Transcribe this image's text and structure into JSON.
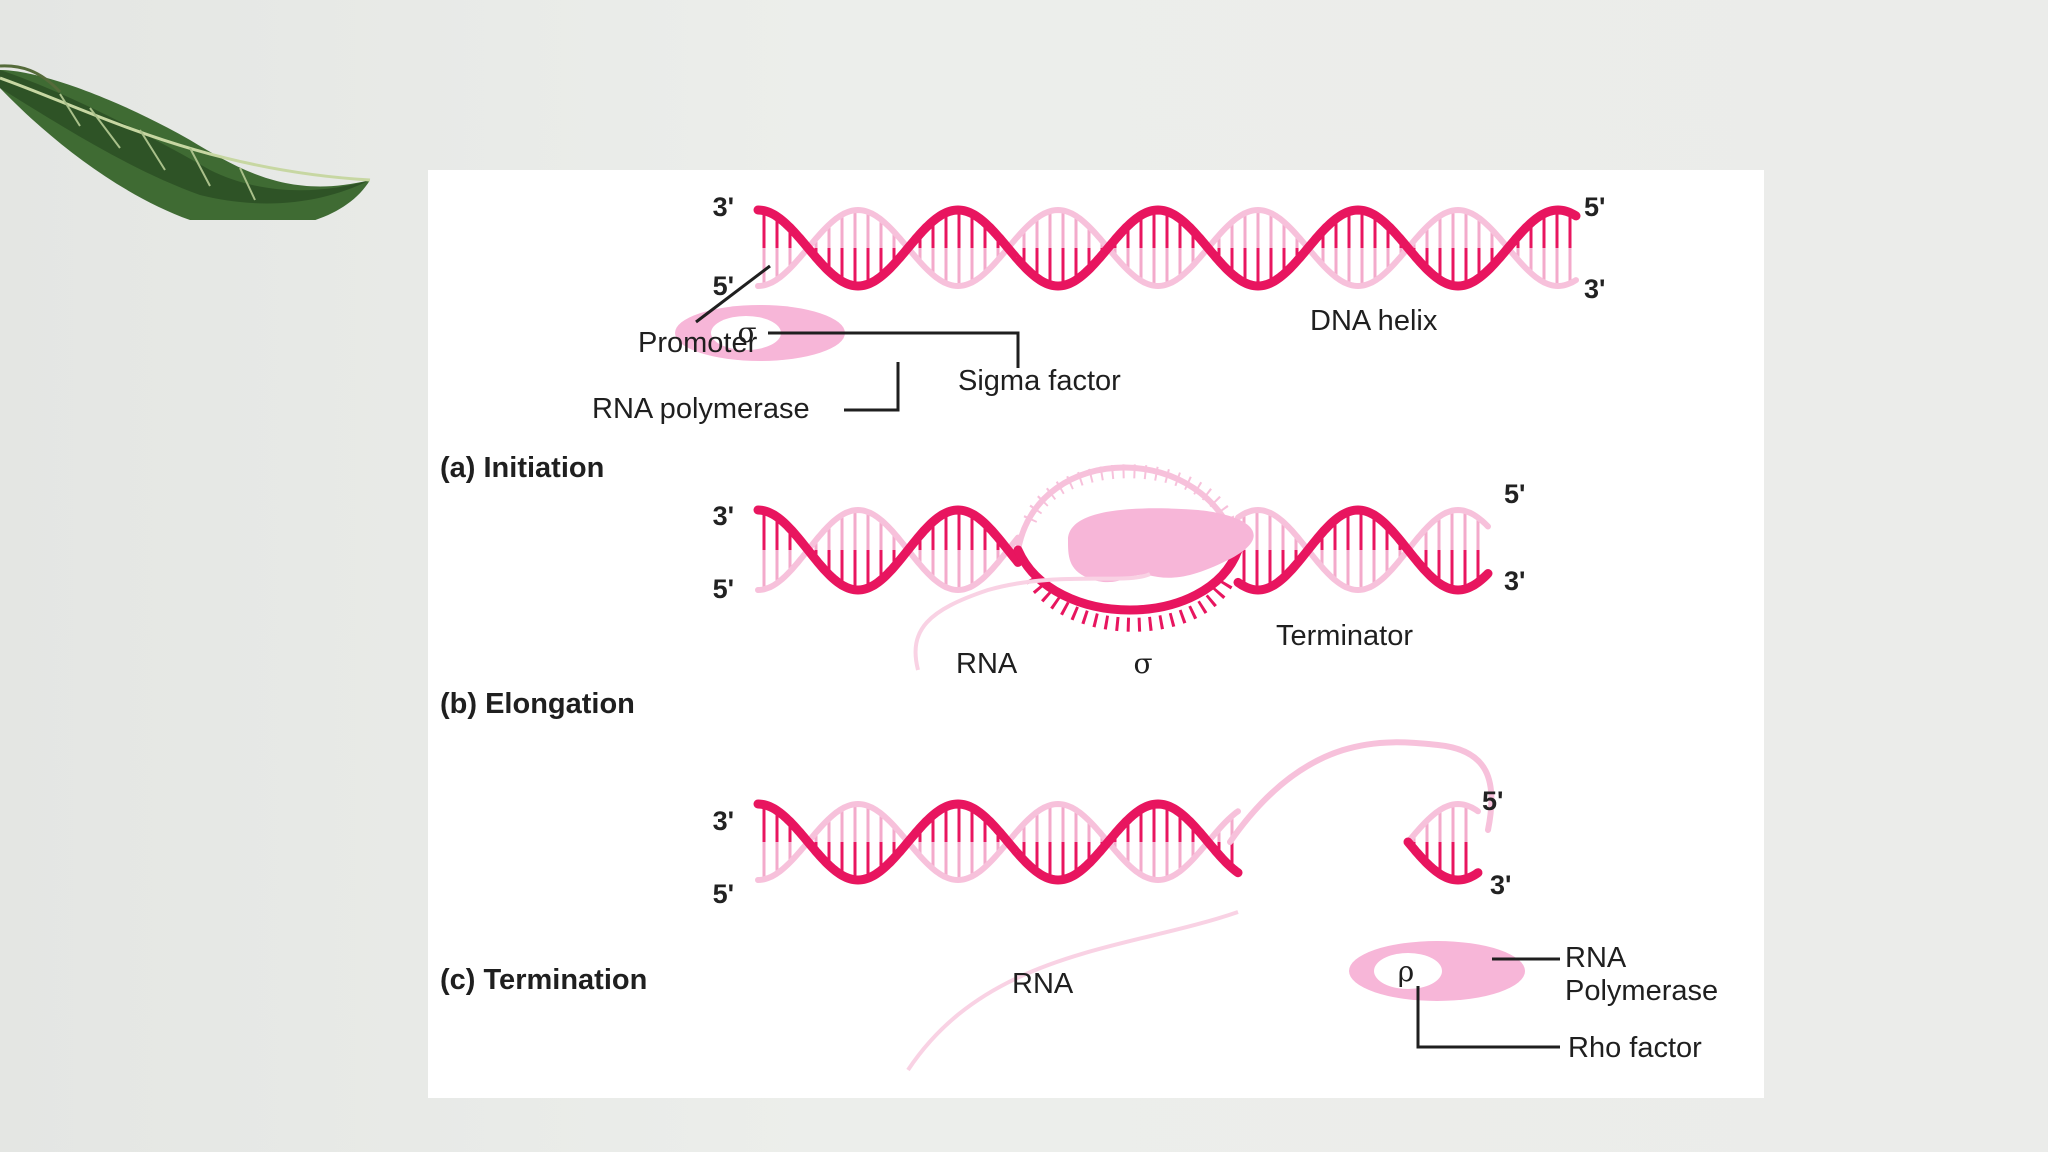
{
  "colors": {
    "strand_dark": "#e8155f",
    "strand_light": "#f7c1db",
    "enzyme": "#f7b6d8",
    "background": "#ebecea",
    "panel": "#ffffff"
  },
  "decoration": {
    "leaf_icon": "leaf-icon"
  },
  "initiation": {
    "stage_label": "(a) Initiation",
    "left_top": "3'",
    "left_bottom": "5'",
    "right_top": "5'",
    "right_bottom": "3'",
    "promoter": "Promoter",
    "sigma_symbol": "σ",
    "sigma_factor": "Sigma factor",
    "rna_polymerase": "RNA polymerase",
    "dna_helix": "DNA helix"
  },
  "elongation": {
    "stage_label": "(b) Elongation",
    "left_top": "3'",
    "left_bottom": "5'",
    "right_top": "5'",
    "right_bottom": "3'",
    "rna": "RNA",
    "sigma_symbol": "σ",
    "terminator": "Terminator"
  },
  "termination": {
    "stage_label": "(c) Termination",
    "left_top": "3'",
    "left_bottom": "5'",
    "right_top": "5'",
    "right_bottom": "3'",
    "rna": "RNA",
    "rho_symbol": "ρ",
    "rna_polymerase_line1": "RNA",
    "rna_polymerase_line2": "Polymerase",
    "rho_factor": "Rho factor"
  }
}
